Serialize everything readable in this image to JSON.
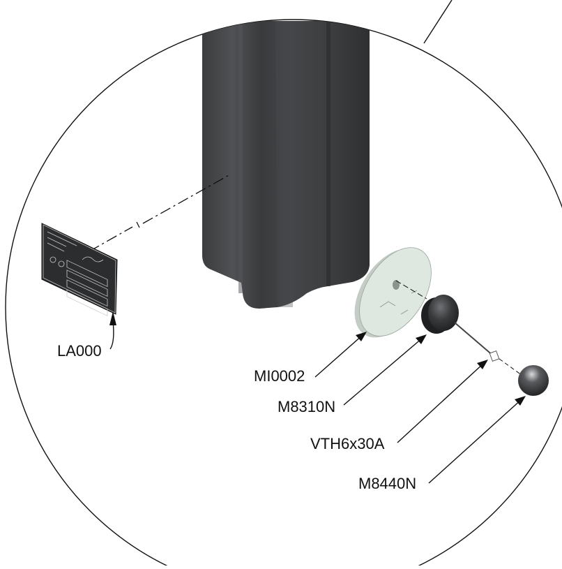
{
  "callouts": {
    "label_plate": "LA000",
    "disc_plate": "MI0002",
    "dark_cap": "M8310N",
    "screw": "VTH6x30A",
    "ball_knob": "M8440N"
  },
  "colors": {
    "column_dark": "#3a3b3d",
    "column_highlight": "#5a5b5e",
    "disc": "#dfe7e1",
    "cap": "#2e2f31",
    "plate": "#2c2d2f",
    "lines": "#111111"
  }
}
